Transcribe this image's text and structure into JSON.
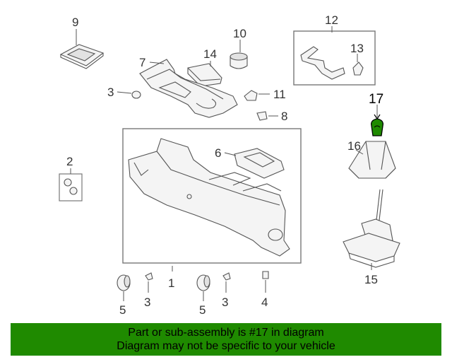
{
  "callouts": {
    "c1": "1",
    "c2": "2",
    "c3a": "3",
    "c3b": "3",
    "c3c": "3",
    "c4": "4",
    "c5a": "5",
    "c5b": "5",
    "c6": "6",
    "c7": "7",
    "c8": "8",
    "c9": "9",
    "c10": "10",
    "c11": "11",
    "c12": "12",
    "c13": "13",
    "c14": "14",
    "c15": "15",
    "c16": "16",
    "c17": "17"
  },
  "highlight": {
    "part": "17",
    "color": "#1f8a00"
  },
  "banner": {
    "line1": "Part or sub-assembly is #17 in diagram",
    "line2": "Diagram may not be specific to your vehicle",
    "color": "#1f8a00"
  }
}
